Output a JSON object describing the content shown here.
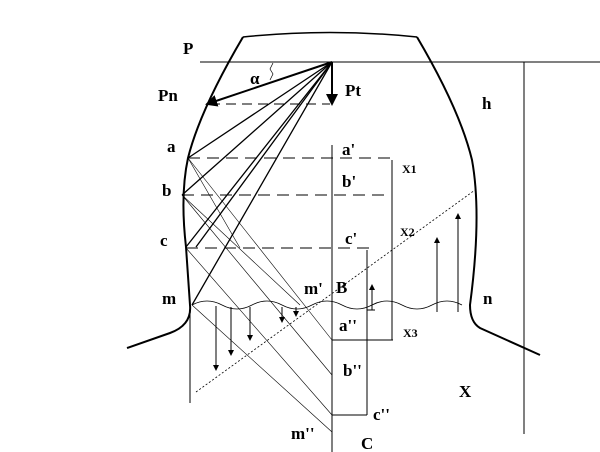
{
  "labels": {
    "P": "P",
    "alpha": "α",
    "Pn": "Pn",
    "Pt": "Pt",
    "h": "h",
    "a": "a",
    "a_prime": "a'",
    "X1": "X1",
    "b": "b",
    "b_prime": "b'",
    "X2": "X2",
    "c": "c",
    "c_prime": "c'",
    "m": "m",
    "m_prime": "m'",
    "B": "B",
    "n": "n",
    "a_dprime": "a''",
    "X3": "X3",
    "b_dprime": "b''",
    "X": "X",
    "c_dprime": "c''",
    "m_dprime": "m''",
    "C": "C"
  },
  "colors": {
    "line": "#000000",
    "background": "#ffffff"
  }
}
